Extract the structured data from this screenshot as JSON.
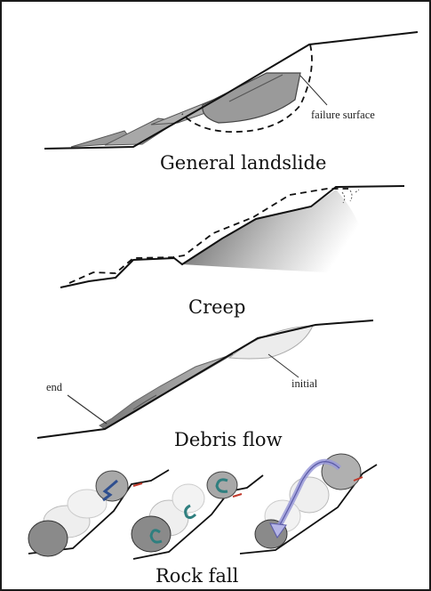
{
  "panels": [
    {
      "id": "general-landslide",
      "caption": "General landslide",
      "annotation": "failure surface"
    },
    {
      "id": "creep",
      "caption": "Creep"
    },
    {
      "id": "debris-flow",
      "caption": "Debris flow",
      "annotations": [
        "end",
        "initial"
      ]
    },
    {
      "id": "rock-fall",
      "caption": "Rock fall"
    }
  ],
  "colors": {
    "outline": "#111111",
    "slide_mass": "#9a9a9a",
    "slide_mass_light": "#c2c2c2",
    "rock_dark": "#8a8a8a",
    "rock_light": "#e2e2e2",
    "arrow_blue": "#2f4f8f",
    "arrow_teal": "#2f7f7f",
    "arrow_lilac": "#9a9ad8",
    "accent_red": "#c0392b"
  }
}
